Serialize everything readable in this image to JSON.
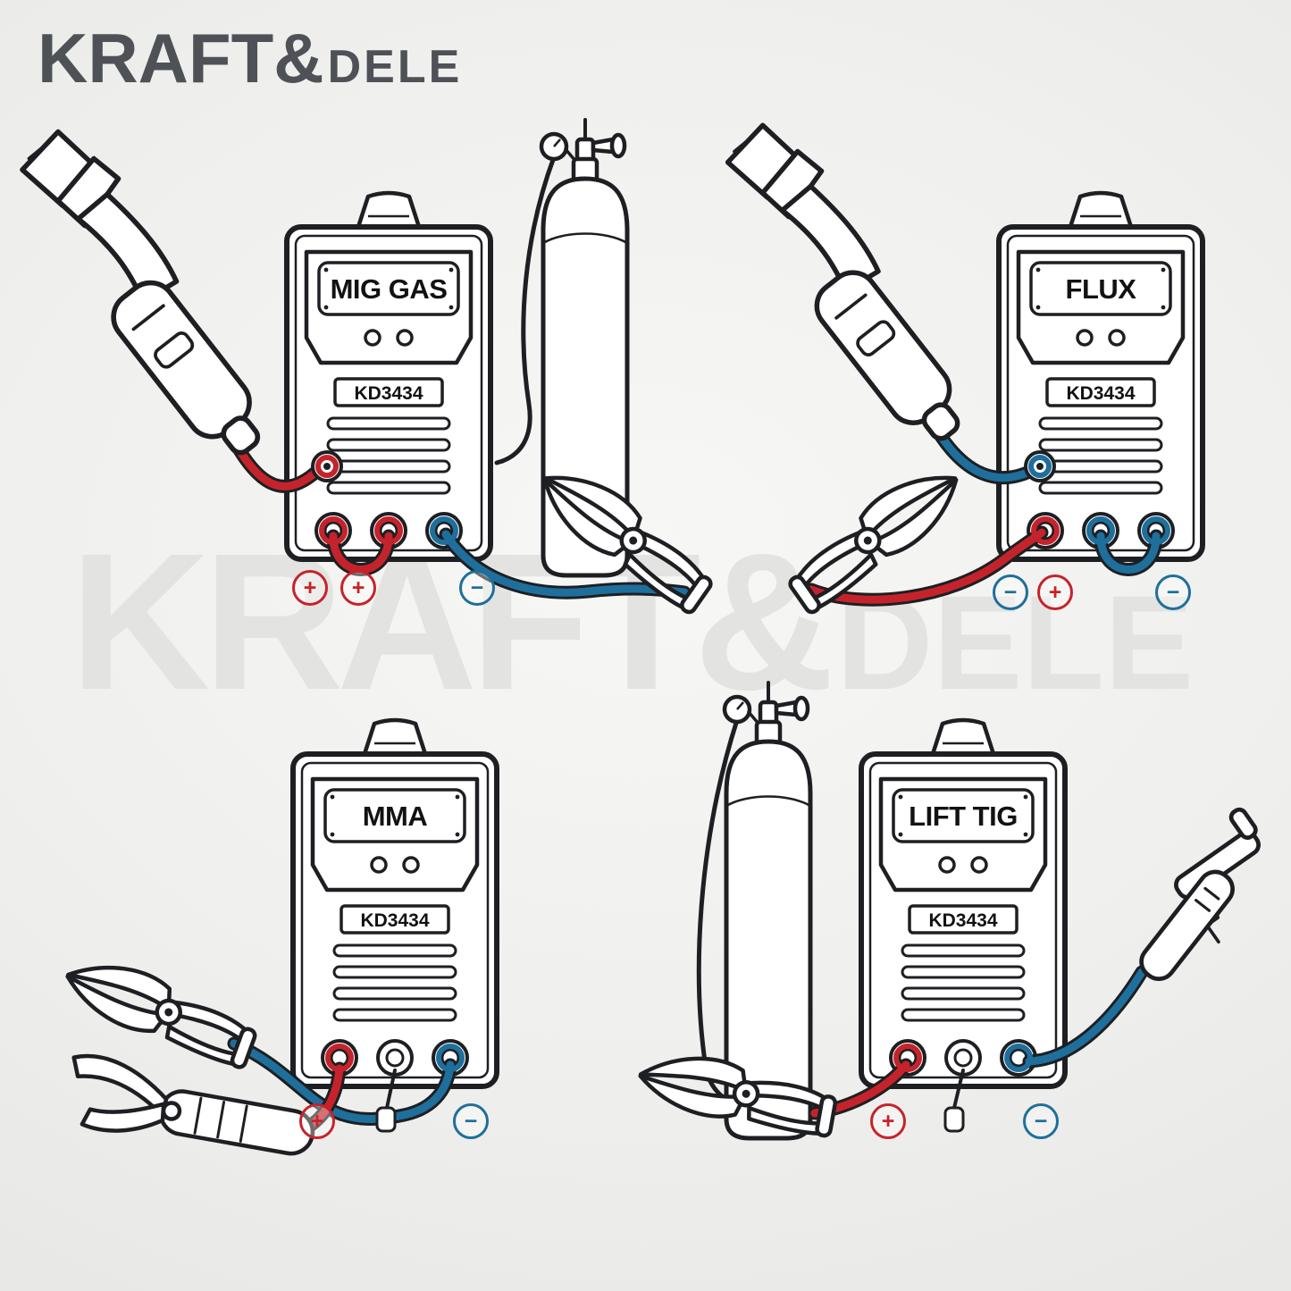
{
  "brand": {
    "part1": "KRAFT",
    "amp": "&",
    "part2": "DELE"
  },
  "watermark": {
    "part1": "KRAFT",
    "amp": "&",
    "part2": "DELE"
  },
  "model": "KD3434",
  "colors": {
    "positive_red": "#c5232b",
    "negative_blue": "#1e6f9c",
    "line": "#1d1f22",
    "brand_gray": "#4e5257",
    "watermark": "#e3e3e1",
    "background": "#ededeb"
  },
  "panels": [
    {
      "id": "mig-gas",
      "mode_label": "MIG GAS",
      "model_label": "KD3434",
      "equipment": [
        "mig-torch",
        "gas-cylinder",
        "ground-clamp"
      ],
      "torch_cable_color": "red",
      "clamp_cable_color": "blue",
      "polarity": [
        {
          "sign": "+",
          "color": "red"
        },
        {
          "sign": "+",
          "color": "red"
        },
        {
          "sign": "−",
          "color": "blue"
        }
      ]
    },
    {
      "id": "flux",
      "mode_label": "FLUX",
      "model_label": "KD3434",
      "equipment": [
        "mig-torch",
        "ground-clamp"
      ],
      "torch_cable_color": "blue",
      "clamp_cable_color": "red",
      "polarity": [
        {
          "sign": "−",
          "color": "blue"
        },
        {
          "sign": "+",
          "color": "red"
        },
        {
          "sign": "−",
          "color": "blue"
        }
      ]
    },
    {
      "id": "mma",
      "mode_label": "MMA",
      "model_label": "KD3434",
      "equipment": [
        "ground-clamp",
        "electrode-holder"
      ],
      "torch_cable_color": "red",
      "clamp_cable_color": "blue",
      "polarity": [
        {
          "sign": "+",
          "color": "red"
        },
        {
          "sign": "−",
          "color": "blue"
        }
      ]
    },
    {
      "id": "lift-tig",
      "mode_label": "LIFT TIG",
      "model_label": "KD3434",
      "equipment": [
        "gas-cylinder",
        "ground-clamp",
        "tig-torch"
      ],
      "torch_cable_color": "blue",
      "clamp_cable_color": "red",
      "polarity": [
        {
          "sign": "+",
          "color": "red"
        },
        {
          "sign": "−",
          "color": "blue"
        }
      ]
    }
  ]
}
